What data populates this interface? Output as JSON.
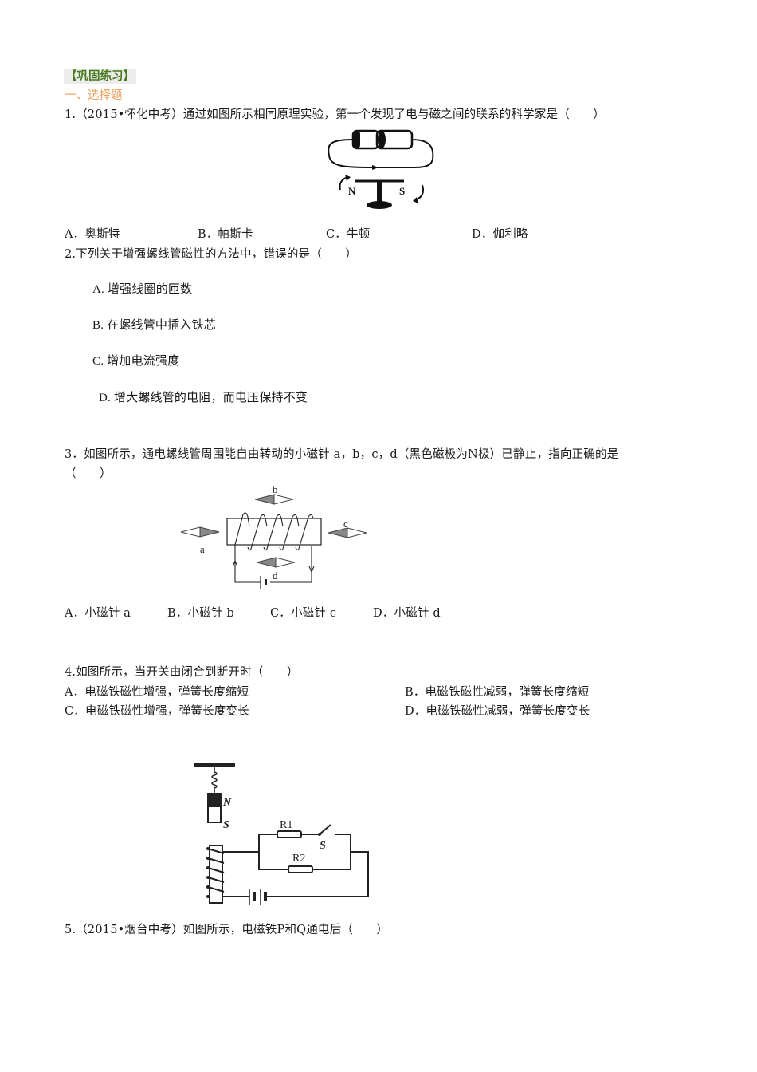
{
  "section": {
    "tag": "【巩固练习】",
    "heading": "一、选择题"
  },
  "colors": {
    "tag_text": "#4a7a1e",
    "tag_bg": "#ececec",
    "heading_text": "#e8a05a",
    "body_text": "#1a1a1a"
  },
  "questions": [
    {
      "number": "1",
      "stem": "1.（2015•怀化中考）通过如图所示相同原理实验，第一个发现了电与磁之间的联系的科学家是（　　）",
      "figure": {
        "labels": {
          "north": "N",
          "south": "S"
        }
      },
      "options": [
        {
          "key": "A",
          "label": "A．奥斯特"
        },
        {
          "key": "B",
          "label": "B．帕斯卡"
        },
        {
          "key": "C",
          "label": "C．牛顿"
        },
        {
          "key": "D",
          "label": "D．伽利略"
        }
      ]
    },
    {
      "number": "2",
      "stem": "2.下列关于增强螺线管磁性的方法中，错误的是（　　）",
      "options": [
        {
          "key": "A",
          "label": "A.  增强线圈的匝数"
        },
        {
          "key": "B",
          "label": "B.  在螺线管中插入铁芯"
        },
        {
          "key": "C",
          "label": "C.  增加电流强度"
        },
        {
          "key": "D",
          "label": "D.  增大螺线管的电阻，而电压保持不变"
        }
      ]
    },
    {
      "number": "3",
      "stem_line1": "3．如图所示，通电螺线管周围能自由转动的小磁针 a，b，c，d（黑色磁极为N极）已静止，指向正确的是",
      "stem_line2": "（　　）",
      "figure": {
        "labels": {
          "a": "a",
          "b": "b",
          "c": "c",
          "d": "d"
        }
      },
      "options": [
        {
          "key": "A",
          "label": "A．小磁针 a"
        },
        {
          "key": "B",
          "label": "B．小磁针 b"
        },
        {
          "key": "C",
          "label": "C．小磁针 c"
        },
        {
          "key": "D",
          "label": "D．小磁针 d"
        }
      ]
    },
    {
      "number": "4",
      "stem": "4.如图所示，当开关由闭合到断开时（　　）",
      "options": [
        {
          "key": "A",
          "label": "A．电磁铁磁性增强，弹簧长度缩短"
        },
        {
          "key": "B",
          "label": "B．电磁铁磁性减弱，弹簧长度缩短"
        },
        {
          "key": "C",
          "label": "C．电磁铁磁性增强，弹簧长度变长"
        },
        {
          "key": "D",
          "label": "D．电磁铁磁性减弱，弹簧长度变长"
        }
      ],
      "figure": {
        "labels": {
          "magnet_n": "N",
          "magnet_s": "S",
          "r1": "R1",
          "r2": "R2",
          "switch": "S"
        }
      }
    },
    {
      "number": "5",
      "stem": "5.（2015•烟台中考）如图所示，电磁铁P和Q通电后（　　）"
    }
  ]
}
